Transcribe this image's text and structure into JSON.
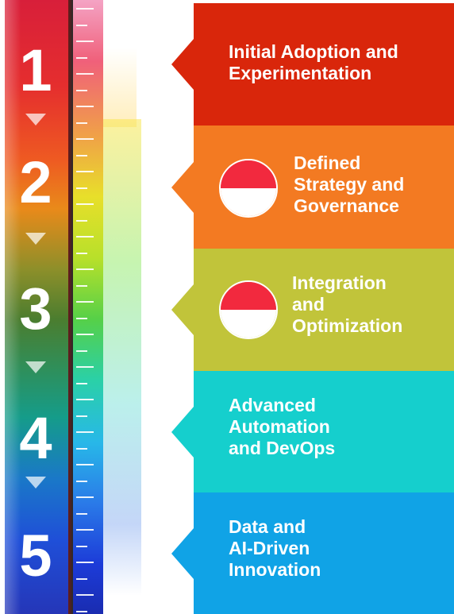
{
  "colors": {
    "red": "#d9260b",
    "orange": "#f37a22",
    "olive": "#c1c43a",
    "teal": "#15cfcd",
    "blue": "#10a3e6",
    "flag_red": "#f2293e",
    "flag_white": "#ffffff"
  },
  "levels": [
    {
      "number": "1",
      "label_lines": [
        "Initial Adoption and",
        "Experimentation"
      ],
      "flag": false
    },
    {
      "number": "2",
      "label_lines": [
        "Defined",
        "Strategy and",
        "Governance"
      ],
      "flag": true
    },
    {
      "number": "3",
      "label_lines": [
        "Integration",
        "and",
        "Optimization"
      ],
      "flag": true
    },
    {
      "number": "4",
      "label_lines": [
        "Advanced",
        "Automation",
        "and DevOps"
      ],
      "flag": false
    },
    {
      "number": "5",
      "label_lines": [
        "Data and",
        "AI-Driven",
        "Innovation"
      ],
      "flag": false
    }
  ]
}
